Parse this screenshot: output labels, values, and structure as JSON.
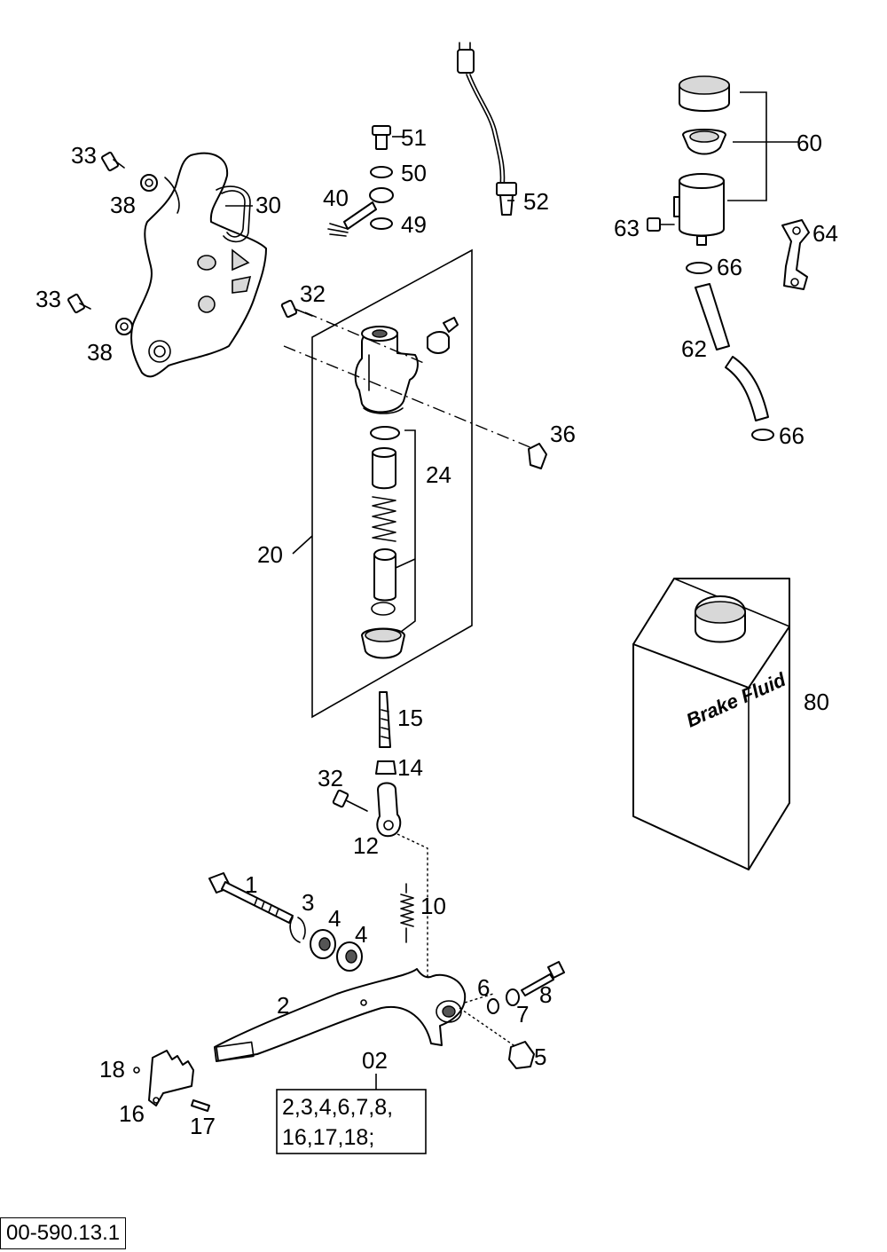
{
  "diagram": {
    "drawing_code": "00-590.13.1",
    "brake_fluid_label": "Brake Fluid",
    "group_kit": {
      "number": "02",
      "line1": "2,3,4,6,7,8,",
      "line2": "16,17,18;"
    },
    "callouts": {
      "c1": "1",
      "c2": "2",
      "c3": "3",
      "c4a": "4",
      "c4b": "4",
      "c5": "5",
      "c6": "6",
      "c7": "7",
      "c8": "8",
      "c10": "10",
      "c12": "12",
      "c14": "14",
      "c15": "15",
      "c16": "16",
      "c17": "17",
      "c18": "18",
      "c20": "20",
      "c24": "24",
      "c30": "30",
      "c32a": "32",
      "c32b": "32",
      "c33a": "33",
      "c33b": "33",
      "c36": "36",
      "c38a": "38",
      "c38b": "38",
      "c40": "40",
      "c49": "49",
      "c50": "50",
      "c51": "51",
      "c52": "52",
      "c60": "60",
      "c62": "62",
      "c63": "63",
      "c64": "64",
      "c66a": "66",
      "c66b": "66",
      "c80": "80"
    }
  }
}
